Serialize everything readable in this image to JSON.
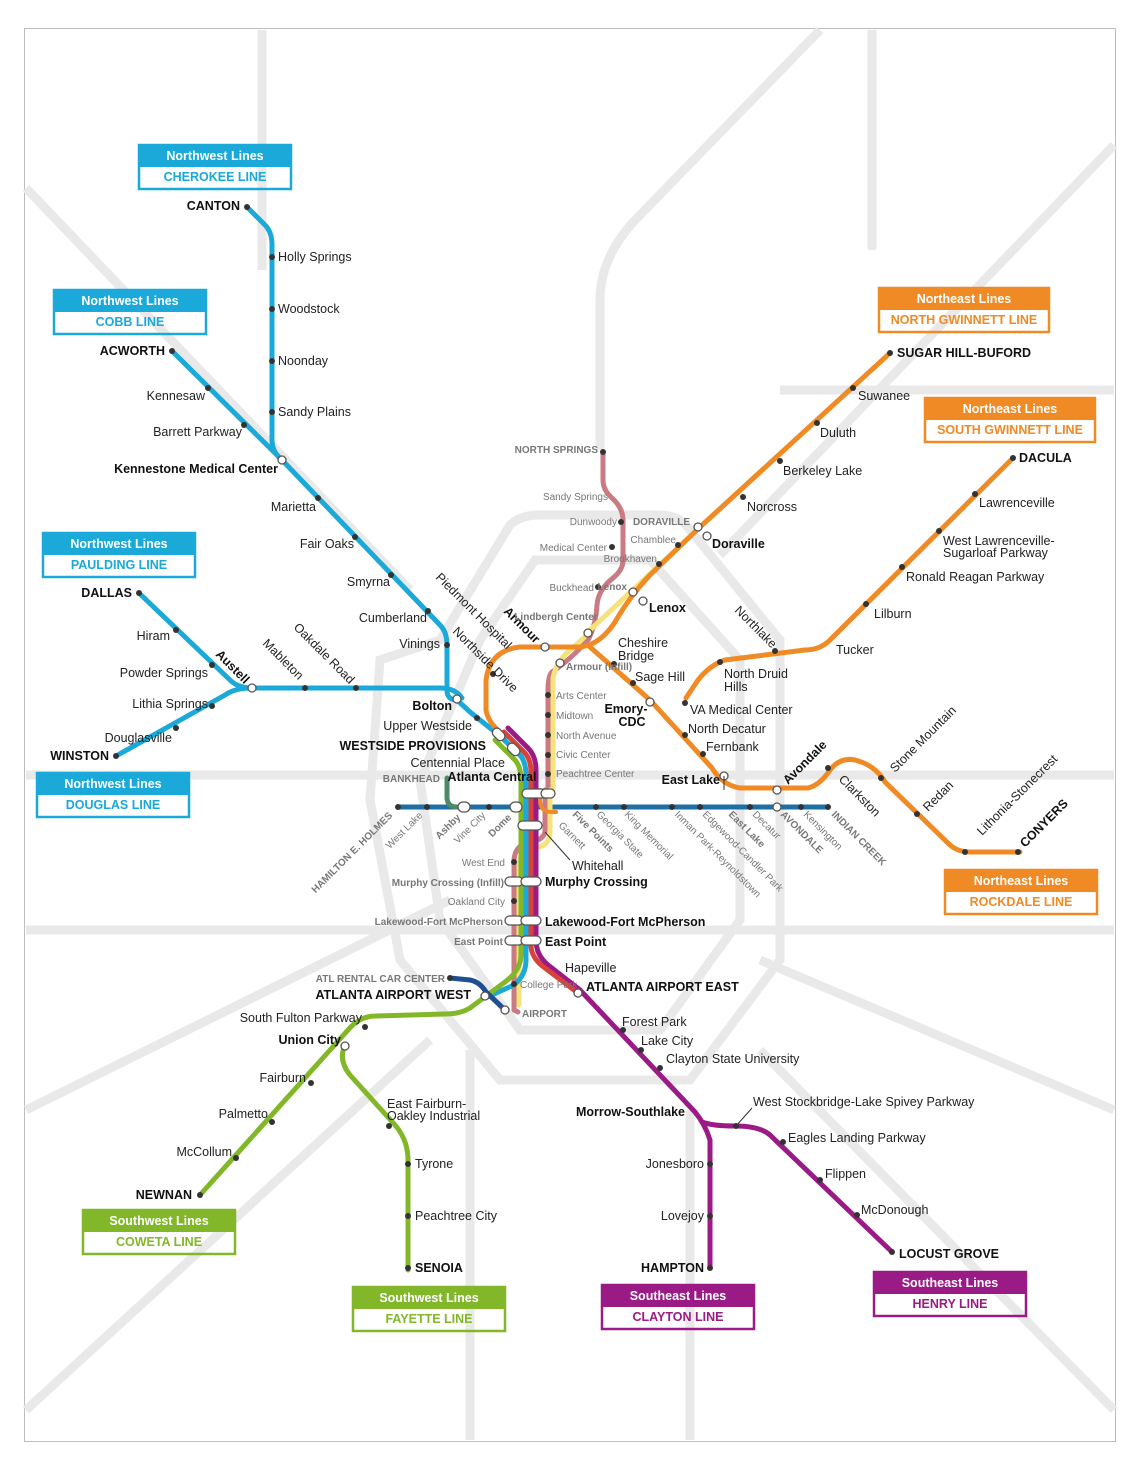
{
  "colors": {
    "northwest": "#1aa9d9",
    "northeast": "#f08a24",
    "southwest": "#82b72a",
    "southeast": "#9b1b86",
    "eastwest": "#1f6fa6",
    "north_springs": "#c97a82",
    "doraville": "#f5e27a",
    "bankhead": "#4f8a68",
    "airport_west": "#1d4f91",
    "hapeville": "#d9423a",
    "road": "#e8e8e8"
  },
  "boxes": {
    "cherokee": {
      "region": "Northwest Lines",
      "line": "CHEROKEE LINE"
    },
    "cobb": {
      "region": "Northwest Lines",
      "line": "COBB LINE"
    },
    "paulding": {
      "region": "Northwest Lines",
      "line": "PAULDING LINE"
    },
    "douglas": {
      "region": "Northwest Lines",
      "line": "DOUGLAS LINE"
    },
    "north_gwinnett": {
      "region": "Northeast Lines",
      "line": "NORTH GWINNETT LINE"
    },
    "south_gwinnett": {
      "region": "Northeast Lines",
      "line": "SOUTH GWINNETT LINE"
    },
    "rockdale": {
      "region": "Northeast Lines",
      "line": "ROCKDALE LINE"
    },
    "coweta": {
      "region": "Southwest Lines",
      "line": "COWETA LINE"
    },
    "fayette": {
      "region": "Southwest Lines",
      "line": "FAYETTE LINE"
    },
    "clayton": {
      "region": "Southeast Lines",
      "line": "CLAYTON LINE"
    },
    "henry": {
      "region": "Southeast Lines",
      "line": "HENRY LINE"
    }
  },
  "stations": {
    "cherokee": {
      "canton": "CANTON",
      "holly_springs": "Holly Springs",
      "woodstock": "Woodstock",
      "noonday": "Noonday",
      "sandy_plains": "Sandy Plains"
    },
    "cobb": {
      "acworth": "ACWORTH",
      "kennesaw": "Kennesaw",
      "barrett": "Barrett Parkway",
      "kennestone": "Kennestone Medical Center",
      "marietta": "Marietta",
      "fair_oaks": "Fair Oaks",
      "smyrna": "Smyrna",
      "cumberland": "Cumberland",
      "vinings": "Vinings",
      "bolton": "Bolton",
      "upper_westside": "Upper Westside"
    },
    "west": {
      "dallas": "DALLAS",
      "hiram": "Hiram",
      "powder_springs": "Powder Springs",
      "lithia_springs": "Lithia Springs",
      "douglasville": "Douglasville",
      "winston": "WINSTON",
      "austell": "Austell",
      "mableton": "Mableton",
      "oakdale": "Oakdale Road"
    },
    "core": {
      "piedmont": "Piedmont Hospital",
      "northside": "Northside Drive",
      "armour": "Armour",
      "westside": "WESTSIDE PROVISIONS",
      "centennial": "Centennial Place",
      "atlanta_central": "Atlanta Central",
      "bankhead": "BANKHEAD",
      "whitehall": "Whitehall",
      "murphy": "Murphy Crossing",
      "lakewood": "Lakewood-Fort McPherson",
      "east_point": "East Point",
      "hapeville": "Hapeville",
      "airport_east": "ATLANTA AIRPORT EAST",
      "airport_west": "ATLANTA AIRPORT WEST",
      "atl_rental": "ATL RENTAL CAR CENTER"
    },
    "marta_small": {
      "north_springs": "NORTH SPRINGS",
      "sandy_springs": "Sandy Springs",
      "dunwoody": "Dunwoody",
      "medical_center": "Medical Center",
      "buckhead": "Buckhead",
      "lindbergh": "Lindbergh Center",
      "armour_infill": "Armour (Infill)",
      "arts_center": "Arts Center",
      "midtown": "Midtown",
      "north_avenue": "North Avenue",
      "civic_center": "Civic Center",
      "peachtree_center": "Peachtree Center",
      "doraville_s": "DORAVILLE",
      "chamblee": "Chamblee",
      "brookhaven": "Brookhaven",
      "lenox_s": "Lenox",
      "hamilton": "HAMILTON E. HOLMES",
      "west_lake": "West Lake",
      "ashby": "Ashby",
      "vine_city": "Vine City",
      "dome": "Dome",
      "five_points": "Five Points",
      "garnett": "Garnett",
      "georgia_state": "Georgia State",
      "king_memorial": "King Memorial",
      "inman_park": "Inman Park-Reynoldstown",
      "edgewood": "Edgewood-Candler Park",
      "east_lake_s": "East Lake",
      "decatur": "Decatur",
      "avondale_s": "AVONDALE",
      "kensington": "Kensington",
      "indian_creek": "INDIAN CREEK",
      "west_end": "West End",
      "murphy_infill": "Murphy Crossing (Infill)",
      "oakland_city": "Oakland City",
      "lakewood_s": "Lakewood-Fort McPherson",
      "east_point_s": "East Point",
      "college_park": "College Park",
      "airport_s": "AIRPORT"
    },
    "northeast": {
      "sugar_hill": "SUGAR HILL-BUFORD",
      "suwanee": "Suwanee",
      "duluth": "Duluth",
      "berkeley_lake": "Berkeley Lake",
      "norcross": "Norcross",
      "doraville": "Doraville",
      "lenox": "Lenox",
      "dacula": "DACULA",
      "lawrenceville": "Lawrenceville",
      "west_lawrenceville": "West Lawrenceville-",
      "west_lawrenceville_2": "Sugarloaf Parkway",
      "ronald_reagan": "Ronald Reagan Parkway",
      "lilburn": "Lilburn",
      "tucker": "Tucker",
      "northlake": "Northlake",
      "north_druid": "North Druid",
      "north_druid_2": "Hills",
      "va_medical": "VA Medical Center",
      "cheshire": "Cheshire",
      "cheshire_2": "Bridge",
      "sage_hill": "Sage Hill",
      "emory": "Emory-",
      "emory_2": "CDC",
      "north_decatur": "North Decatur",
      "fernbank": "Fernbank",
      "east_lake": "East Lake",
      "avondale": "Avondale",
      "clarkston": "Clarkston",
      "stone_mountain": "Stone Mountain",
      "redan": "Redan",
      "lithonia": "Lithonia-Stonecrest",
      "conyers": "CONYERS"
    },
    "southwest": {
      "south_fulton": "South Fulton Parkway",
      "union_city": "Union City",
      "fairburn": "Fairburn",
      "palmetto": "Palmetto",
      "mccollum": "McCollum",
      "newnan": "NEWNAN",
      "east_fairburn": "East Fairburn-",
      "east_fairburn_2": "Oakley Industrial",
      "tyrone": "Tyrone",
      "peachtree_city": "Peachtree City",
      "senoia": "SENOIA"
    },
    "southeast": {
      "forest_park": "Forest Park",
      "lake_city": "Lake City",
      "clayton_state": "Clayton State University",
      "morrow": "Morrow-Southlake",
      "jonesboro": "Jonesboro",
      "lovejoy": "Lovejoy",
      "hampton": "HAMPTON",
      "west_stockbridge": "West Stockbridge-Lake Spivey Parkway",
      "eagles_landing": "Eagles Landing Parkway",
      "flippen": "Flippen",
      "mcdonough": "McDonough",
      "locust_grove": "LOCUST GROVE"
    }
  }
}
